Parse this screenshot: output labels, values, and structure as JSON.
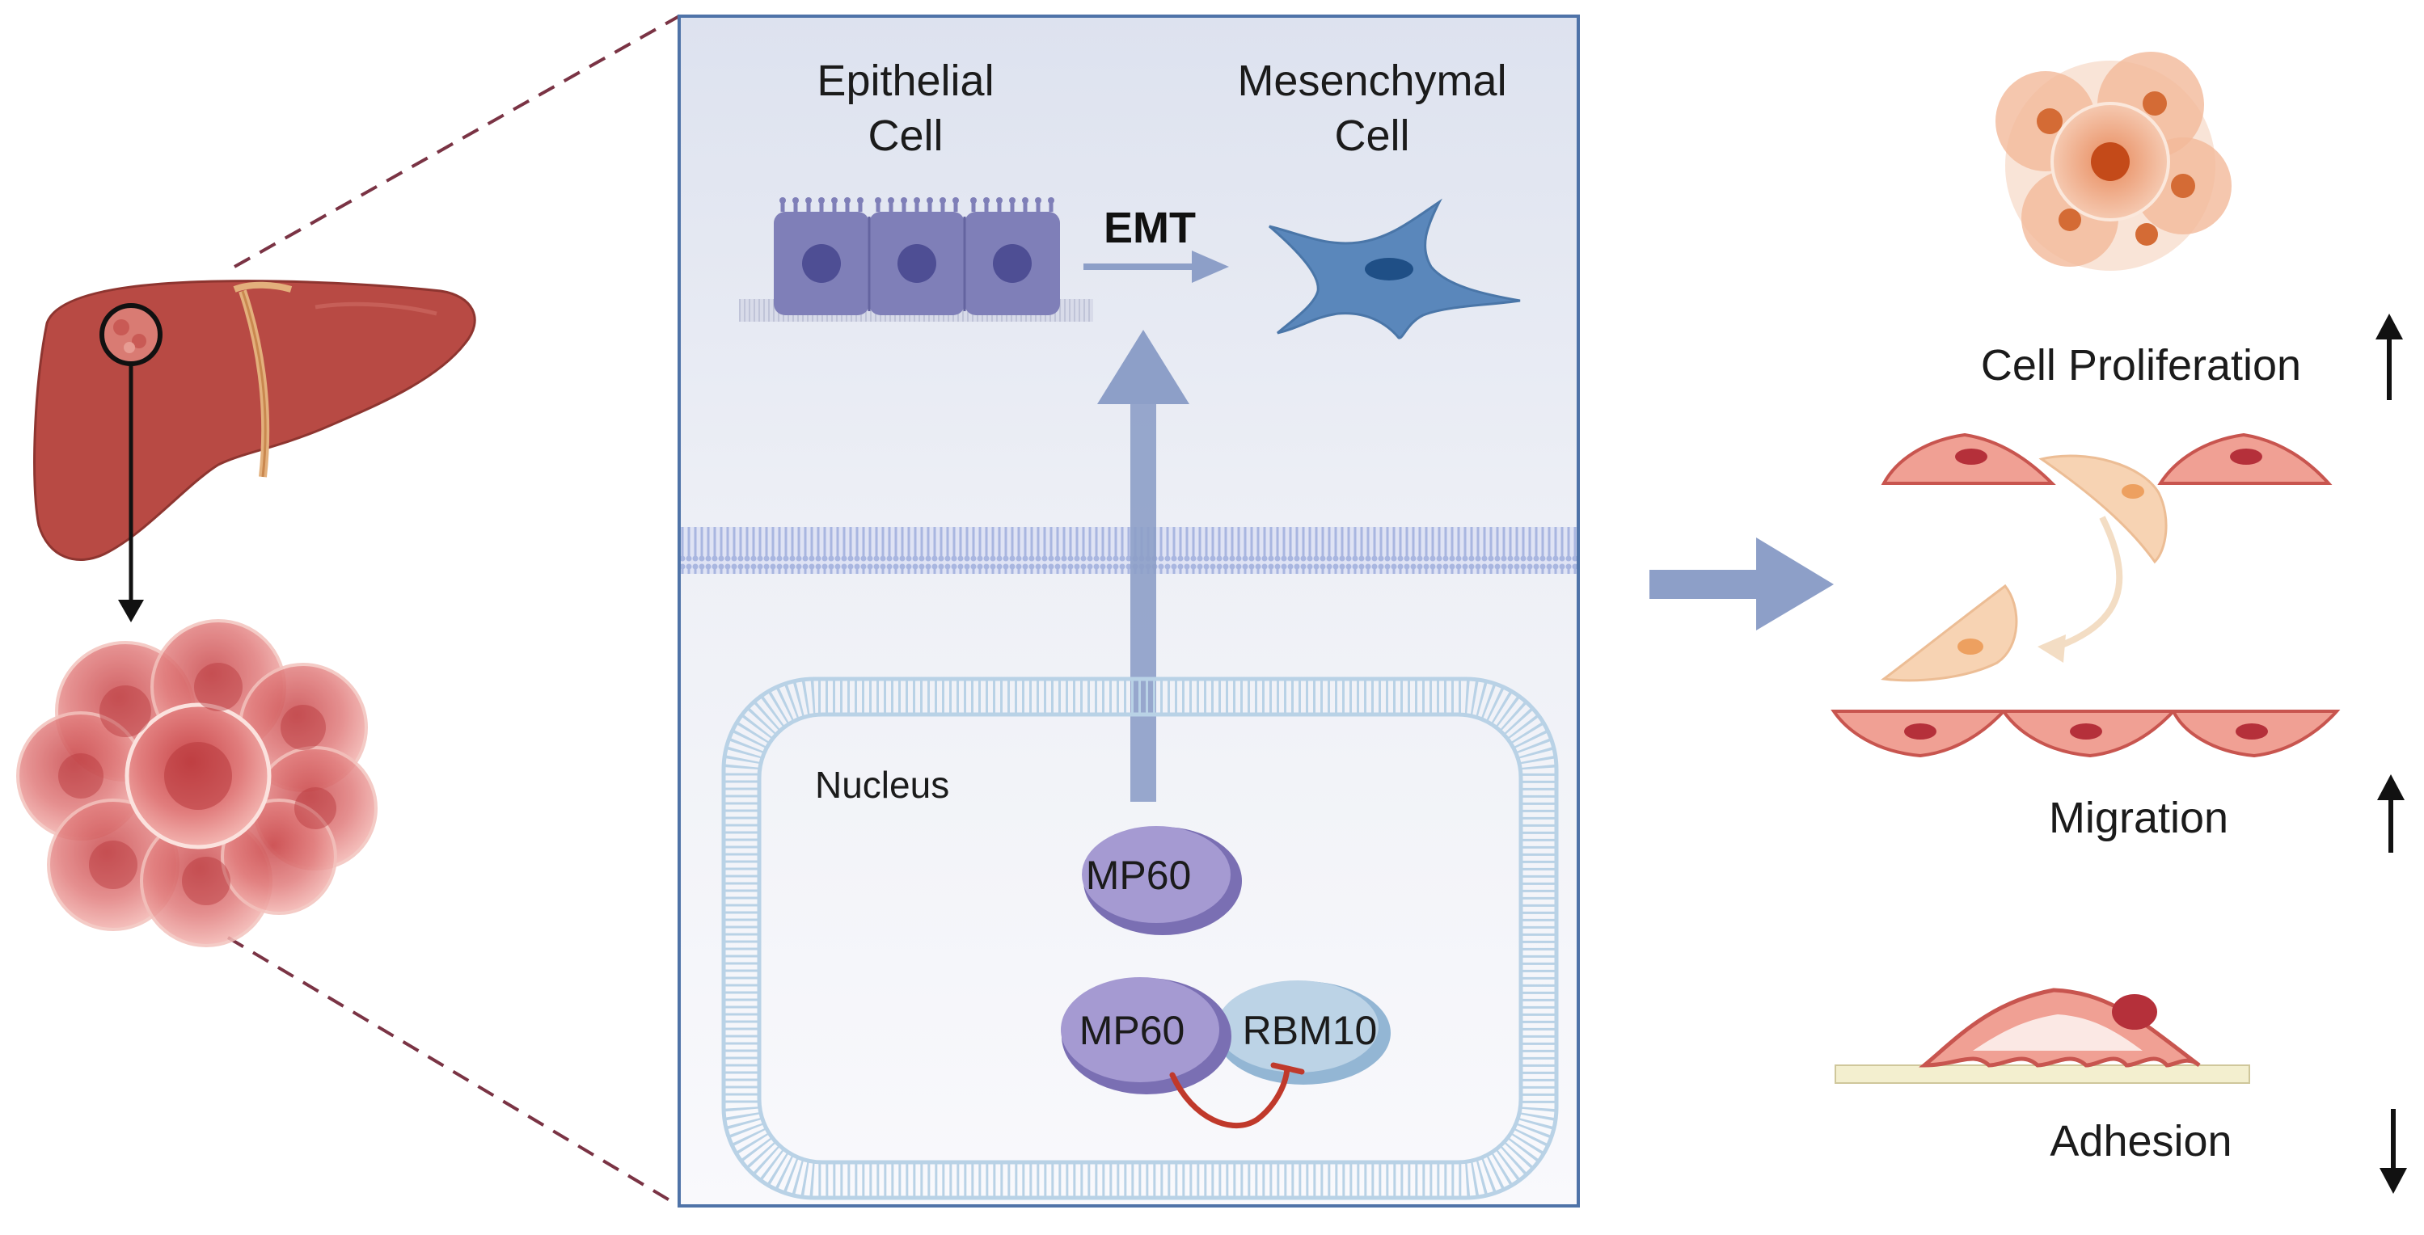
{
  "labels": {
    "epithelial_cell": [
      "Epithelial",
      "Cell"
    ],
    "mesenchymal_cell": [
      "Mesenchymal",
      "Cell"
    ],
    "emt": "EMT",
    "nucleus": "Nucleus",
    "mp60": "MP60",
    "mp60_bound": "MP60",
    "rbm10": "RBM10",
    "cell_proliferation": "Cell Proliferation",
    "migration": "Migration",
    "adhesion": "Adhesion"
  },
  "effects": {
    "cell_proliferation": "up",
    "migration": "up",
    "adhesion": "down"
  },
  "colors": {
    "liver": "#b84a44",
    "tumor": "#e48f8f",
    "dashed_line": "#7a3344",
    "panel_border": "#4f73a8",
    "panel_top": "#dde2ef",
    "epithelial": "#7f7fb8",
    "mesenchymal": "#5a87bb",
    "arrow": "#8d9fc8",
    "membrane": "#a9b6e0",
    "nuclear_membrane": "#b9d2e6",
    "mp60": "#8e84c2",
    "rbm10": "#a9c6de",
    "inhibition": "#c0392b",
    "spheroid": "#e8956f",
    "cell_fill": "#f0a094",
    "cell_stroke": "#c8554f",
    "substrate": "#f3efcf"
  }
}
